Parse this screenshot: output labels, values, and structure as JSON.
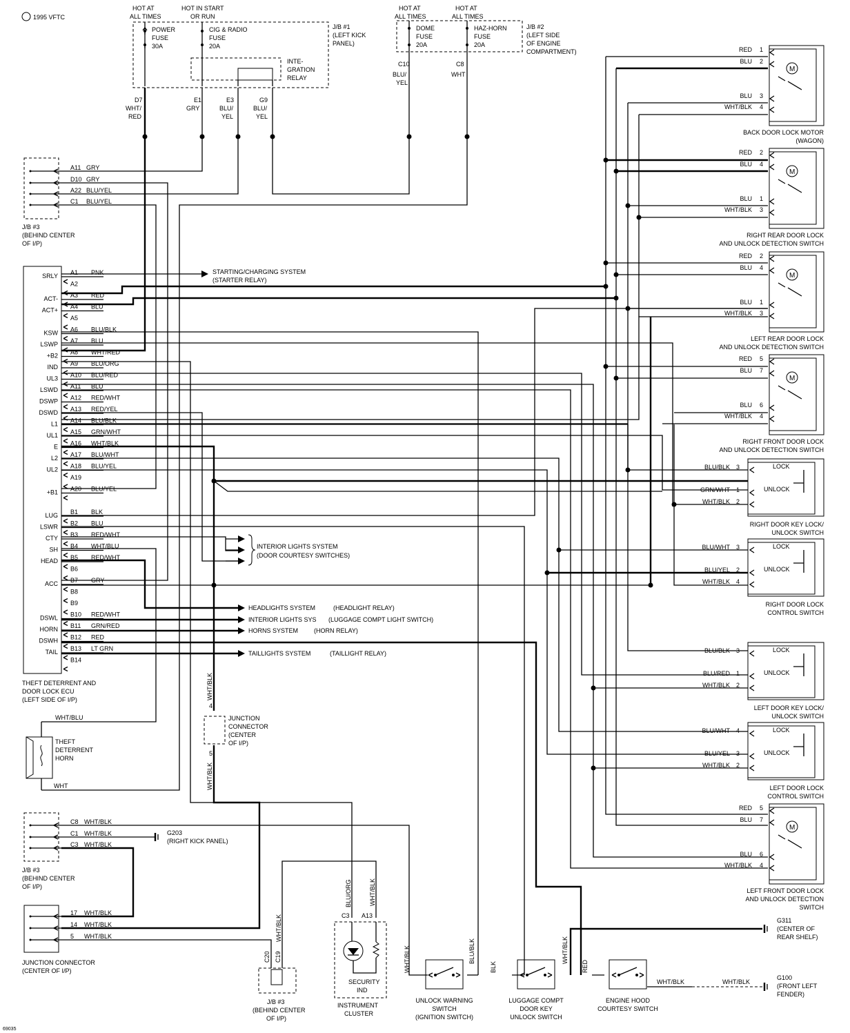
{
  "header": {
    "copyright": "1995 VFTC",
    "diagram_code": "69035"
  },
  "jb1": {
    "label": [
      "J/B #1",
      "(LEFT KICK",
      "PANEL)"
    ],
    "hot_power": [
      "HOT AT",
      "ALL TIMES"
    ],
    "hot_cig": [
      "HOT IN START",
      "OR RUN"
    ],
    "power_fuse": [
      "POWER",
      "FUSE",
      "30A"
    ],
    "cig_fuse": [
      "CIG & RADIO",
      "FUSE",
      "20A"
    ],
    "relay": [
      "INTE-",
      "GRATION",
      "RELAY"
    ],
    "pins": [
      {
        "pin": "D7",
        "c1": "WHT/",
        "c2": "RED"
      },
      {
        "pin": "E1",
        "c1": "GRY",
        "c2": ""
      },
      {
        "pin": "E3",
        "c1": "BLU/",
        "c2": "YEL"
      },
      {
        "pin": "G9",
        "c1": "BLU/",
        "c2": "YEL"
      }
    ]
  },
  "jb2": {
    "label": [
      "J/B #2",
      "(LEFT SIDE",
      "OF ENGINE",
      "COMPARTMENT)"
    ],
    "hot_dome": [
      "HOT AT",
      "ALL TIMES"
    ],
    "hot_horn": [
      "HOT AT",
      "ALL TIMES"
    ],
    "dome_fuse": [
      "DOME",
      "FUSE",
      "20A"
    ],
    "horn_fuse": [
      "HAZ-HORN",
      "FUSE",
      "20A"
    ],
    "pins": [
      {
        "pin": "C10",
        "c1": "BLU/",
        "c2": "YEL"
      },
      {
        "pin": "C8",
        "c1": "WHT",
        "c2": ""
      }
    ]
  },
  "jb3_top": {
    "label": [
      "J/B #3",
      "(BEHIND CENTER",
      "OF I/P)"
    ],
    "rows": [
      {
        "pin": "A11",
        "color": "GRY"
      },
      {
        "pin": "D10",
        "color": "GRY"
      },
      {
        "pin": "A22",
        "color": "BLU/YEL"
      },
      {
        "pin": "C1",
        "color": "BLU/YEL"
      }
    ]
  },
  "ecu": {
    "label": [
      "THEFT DETERRENT AND",
      "DOOR LOCK ECU",
      "(LEFT SIDE OF I/P)"
    ],
    "rows": [
      {
        "name": "SRLY",
        "pin": "A1",
        "color": "PNK"
      },
      {
        "name": "",
        "pin": "A2",
        "color": ""
      },
      {
        "name": "ACT-",
        "pin": "A3",
        "color": "RED"
      },
      {
        "name": "ACT+",
        "pin": "A4",
        "color": "BLU"
      },
      {
        "name": "",
        "pin": "A5",
        "color": ""
      },
      {
        "name": "KSW",
        "pin": "A6",
        "color": "BLU/BLK"
      },
      {
        "name": "LSWP",
        "pin": "A7",
        "color": "BLU"
      },
      {
        "name": "+B2",
        "pin": "A8",
        "color": "WHT/RED"
      },
      {
        "name": "IND",
        "pin": "A9",
        "color": "BLU/ORG"
      },
      {
        "name": "UL3",
        "pin": "A10",
        "color": "BLU/RED"
      },
      {
        "name": "LSWD",
        "pin": "A11",
        "color": "BLU"
      },
      {
        "name": "DSWP",
        "pin": "A12",
        "color": "RED/WHT"
      },
      {
        "name": "DSWD",
        "pin": "A13",
        "color": "RED/YEL"
      },
      {
        "name": "L1",
        "pin": "A14",
        "color": "BLU/BLK"
      },
      {
        "name": "UL1",
        "pin": "A15",
        "color": "GRN/WHT"
      },
      {
        "name": "E",
        "pin": "A16",
        "color": "WHT/BLK"
      },
      {
        "name": "L2",
        "pin": "A17",
        "color": "BLU/WHT"
      },
      {
        "name": "UL2",
        "pin": "A18",
        "color": "BLU/YEL"
      },
      {
        "name": "",
        "pin": "A19",
        "color": ""
      },
      {
        "name": "+B1",
        "pin": "A20",
        "color": "BLU/YEL"
      },
      {
        "name": "LUG",
        "pin": "B1",
        "color": "BLK"
      },
      {
        "name": "LSWR",
        "pin": "B2",
        "color": "BLU"
      },
      {
        "name": "CTY",
        "pin": "B3",
        "color": "RED/WHT"
      },
      {
        "name": "SH",
        "pin": "B4",
        "color": "WHT/BLU"
      },
      {
        "name": "HEAD",
        "pin": "B5",
        "color": "RED/WHT"
      },
      {
        "name": "",
        "pin": "B6",
        "color": ""
      },
      {
        "name": "ACC",
        "pin": "B7",
        "color": "GRY"
      },
      {
        "name": "",
        "pin": "B8",
        "color": ""
      },
      {
        "name": "",
        "pin": "B9",
        "color": ""
      },
      {
        "name": "DSWL",
        "pin": "B10",
        "color": "RED/WHT"
      },
      {
        "name": "HORN",
        "pin": "B11",
        "color": "GRN/RED"
      },
      {
        "name": "DSWH",
        "pin": "B12",
        "color": "RED"
      },
      {
        "name": "TAIL",
        "pin": "B13",
        "color": "LT GRN"
      },
      {
        "name": "",
        "pin": "B14",
        "color": ""
      }
    ]
  },
  "systems": [
    {
      "label": "STARTING/CHARGING SYSTEM",
      "sub": "(STARTER RELAY)"
    },
    {
      "label": "INTERIOR LIGHTS SYSTEM",
      "sub": "(DOOR COURTESY SWITCHES)"
    },
    {
      "label": "HEADLIGHTS SYSTEM",
      "sub": "(HEADLIGHT RELAY)"
    },
    {
      "label": "INTERIOR LIGHTS SYS",
      "sub": "(LUGGAGE COMPT LIGHT SWITCH)"
    },
    {
      "label": "HORNS SYSTEM",
      "sub": "(HORN RELAY)"
    },
    {
      "label": "TAILLIGHTS SYSTEM",
      "sub": "(TAILLIGHT RELAY)"
    }
  ],
  "motors": [
    {
      "rows": [
        [
          "RED",
          "1"
        ],
        [
          "BLU",
          "2"
        ],
        [
          "BLU",
          "3"
        ],
        [
          "WHT/BLK",
          "4"
        ]
      ],
      "label": [
        "BACK DOOR LOCK MOTOR",
        "(WAGON)"
      ]
    },
    {
      "rows": [
        [
          "RED",
          "2"
        ],
        [
          "BLU",
          "4"
        ],
        [
          "BLU",
          "1"
        ],
        [
          "WHT/BLK",
          "3"
        ]
      ],
      "label": [
        "RIGHT REAR DOOR LOCK",
        "AND UNLOCK DETECTION SWITCH"
      ]
    },
    {
      "rows": [
        [
          "RED",
          "2"
        ],
        [
          "BLU",
          "4"
        ],
        [
          "BLU",
          "1"
        ],
        [
          "WHT/BLK",
          "3"
        ]
      ],
      "label": [
        "LEFT REAR DOOR LOCK",
        "AND UNLOCK DETECTION SWITCH"
      ]
    },
    {
      "rows": [
        [
          "RED",
          "5"
        ],
        [
          "BLU",
          "7"
        ],
        [
          "BLU",
          "6"
        ],
        [
          "WHT/BLK",
          "4"
        ]
      ],
      "label": [
        "RIGHT FRONT DOOR LOCK",
        "AND UNLOCK DETECTION SWITCH"
      ]
    },
    {
      "rows": [
        [
          "RED",
          "5"
        ],
        [
          "BLU",
          "7"
        ],
        [
          "BLU",
          "6"
        ],
        [
          "WHT/BLK",
          "4"
        ]
      ],
      "label": [
        "LEFT FRONT DOOR LOCK",
        "AND UNLOCK DETECTION",
        "SWITCH"
      ]
    }
  ],
  "switches": [
    {
      "rows": [
        [
          "BLU/BLK",
          "3"
        ],
        [
          "GRN/WHT",
          "1"
        ],
        [
          "WHT/BLK",
          "2"
        ]
      ],
      "lock": "LOCK",
      "unlock": "UNLOCK",
      "label": [
        "RIGHT DOOR KEY LOCK/",
        "UNLOCK SWITCH"
      ]
    },
    {
      "rows": [
        [
          "BLU/WHT",
          "3"
        ],
        [
          "BLU/YEL",
          "2"
        ],
        [
          "WHT/BLK",
          "4"
        ]
      ],
      "lock": "LOCK",
      "unlock": "UNLOCK",
      "label": [
        "RIGHT DOOR LOCK",
        "CONTROL SWITCH"
      ]
    },
    {
      "rows": [
        [
          "BLU/BLK",
          "3"
        ],
        [
          "BLU/RED",
          "1"
        ],
        [
          "WHT/BLK",
          "2"
        ]
      ],
      "lock": "LOCK",
      "unlock": "UNLOCK",
      "label": [
        "LEFT DOOR KEY LOCK/",
        "UNLOCK SWITCH"
      ]
    },
    {
      "rows": [
        [
          "BLU/WHT",
          "4"
        ],
        [
          "BLU/YEL",
          "3"
        ],
        [
          "WHT/BLK",
          "2"
        ]
      ],
      "lock": "LOCK",
      "unlock": "UNLOCK",
      "label": [
        "LEFT DOOR LOCK",
        "CONTROL SWITCH"
      ]
    }
  ],
  "junction": {
    "label": [
      "JUNCTION",
      "CONNECTOR",
      "(CENTER",
      "OF I/P)"
    ],
    "pin_top": "4",
    "pin_bottom": "5",
    "wire_top": "WHT/BLK",
    "wire_bottom": "WHT/BLK"
  },
  "horn": {
    "label": [
      "THEFT",
      "DETERRENT",
      "HORN"
    ],
    "wire_top": "WHT/BLU",
    "wire_bottom": "WHT"
  },
  "jb3_low": {
    "label": [
      "J/B #3",
      "(BEHIND CENTER",
      "OF I/P)"
    ],
    "rows": [
      {
        "pin": "C8",
        "color": "WHT/BLK"
      },
      {
        "pin": "C1",
        "color": "WHT/BLK"
      },
      {
        "pin": "C3",
        "color": "WHT/BLK"
      }
    ]
  },
  "g203": [
    "G203",
    "(RIGHT KICK PANEL)"
  ],
  "jc_low": {
    "label": [
      "JUNCTION CONNECTOR",
      "(CENTER OF I/P)"
    ],
    "rows": [
      {
        "pin": "17",
        "color": "WHT/BLK"
      },
      {
        "pin": "14",
        "color": "WHT/BLK"
      },
      {
        "pin": "5",
        "color": "WHT/BLK"
      }
    ]
  },
  "jb3_bot": {
    "pins": [
      "C20",
      "C19"
    ],
    "wire": "WHT/BLK",
    "label": [
      "J/B #3",
      "(BEHIND CENTER",
      "OF I/P)"
    ]
  },
  "cluster": {
    "pins": [
      "C3",
      "A13"
    ],
    "wire": [
      "BLU/ORG",
      "WHT/BLK"
    ],
    "ind": [
      "SECURITY",
      "IND"
    ],
    "label": [
      "INSTRUMENT",
      "CLUSTER"
    ]
  },
  "bottom_switches": [
    {
      "wire_l": "WHT/BLK",
      "wire_r": "BLU/BLK",
      "label": [
        "UNLOCK WARNING",
        "SWITCH",
        "(IGNITION SWITCH)"
      ]
    },
    {
      "wire_l": "BLK",
      "wire_r": "WHT/BLK",
      "label": [
        "LUGGAGE COMPT",
        "DOOR KEY",
        "UNLOCK SWITCH"
      ]
    },
    {
      "wire_l": "RED",
      "wire_r": "",
      "label": [
        "ENGINE HOOD",
        "COURTESY SWITCH"
      ]
    }
  ],
  "g311": [
    "G311",
    "(CENTER OF",
    "REAR SHELF)"
  ],
  "g100": [
    "G100",
    "(FRONT LEFT",
    "FENDER)"
  ],
  "hood_wires": [
    "WHT/BLK",
    "WHT/BLK"
  ]
}
